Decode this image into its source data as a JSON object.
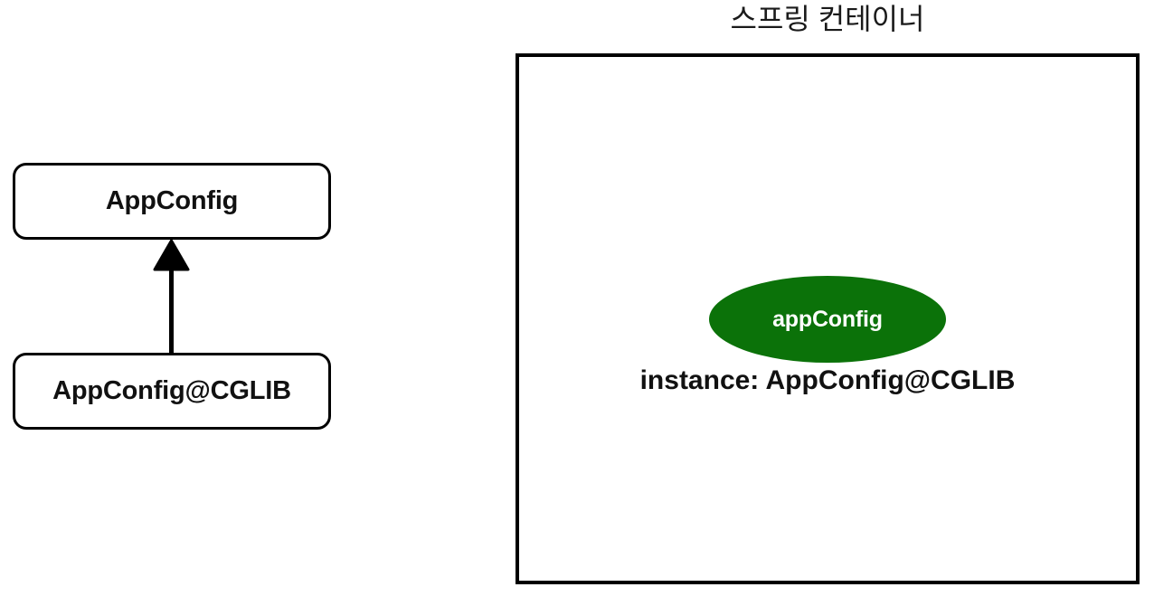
{
  "diagram": {
    "background_color": "#ffffff",
    "stroke_color": "#000000",
    "left_panel": {
      "parent_class": {
        "label": "AppConfig"
      },
      "child_class": {
        "label": "AppConfig@CGLIB"
      },
      "relation": {
        "type": "inheritance-arrow",
        "direction": "child-to-parent"
      }
    },
    "right_panel": {
      "title": "스프링 컨테이너",
      "bean": {
        "name": "appConfig",
        "instance_label": "instance: AppConfig@CGLIB",
        "fill_color": "#0B7209",
        "text_color": "#ffffff"
      }
    }
  }
}
